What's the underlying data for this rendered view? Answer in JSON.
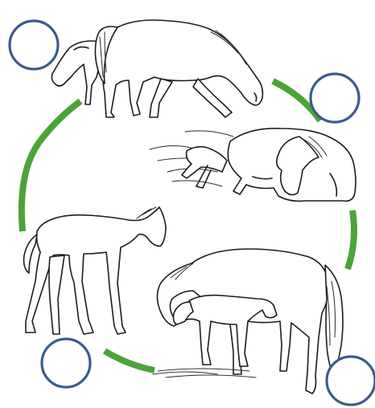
{
  "diagram": {
    "cycle_color": "#4aa43a",
    "marker_color": "#3b5a8f",
    "stages": [
      {
        "id": "adult-grazing",
        "icon": "grazing-horses-icon"
      },
      {
        "id": "birth",
        "icon": "mare-lying-with-newborn-foal-icon"
      },
      {
        "id": "nursing",
        "icon": "mare-nursing-foal-icon"
      },
      {
        "id": "young-foal",
        "icon": "standing-foal-icon"
      }
    ],
    "markers": [
      "blank",
      "blank",
      "blank",
      "blank"
    ]
  }
}
